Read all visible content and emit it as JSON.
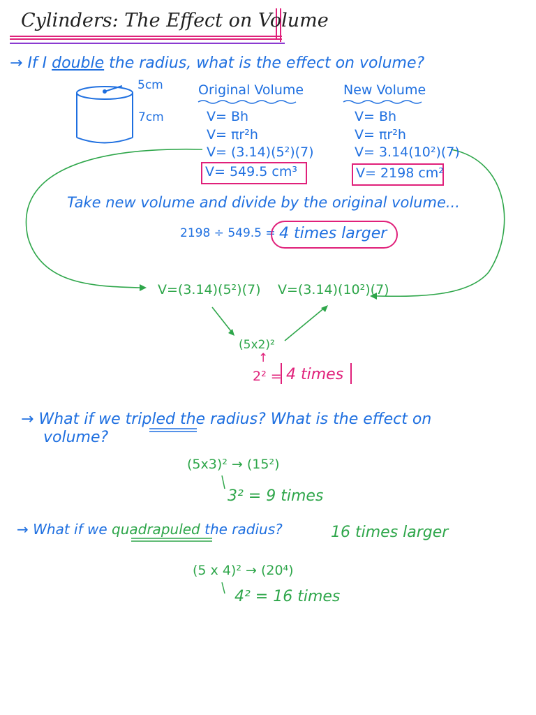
{
  "title": "Cylinders: The Effect on Volume",
  "q1": {
    "arrow": "→",
    "pre": "If I ",
    "emph": "double",
    "post": " the radius, what is the effect on volume?"
  },
  "cylinder": {
    "radius_label": "5cm",
    "height_label": "7cm"
  },
  "original": {
    "heading": "Original Volume",
    "line1": "V= Bh",
    "line2": "V= πr²h",
    "line3": "V= (3.14)(5²)(7)",
    "result": "V= 549.5 cm³"
  },
  "new": {
    "heading": "New Volume",
    "line1": "V= Bh",
    "line2": "V= πr²h",
    "line3": "V= 3.14(10²)(7)",
    "result": "V= 2198 cm²"
  },
  "instruction": "Take new volume and divide by the original volume...",
  "division": {
    "expr": "2198 ÷ 549.5 =",
    "result": "4 times larger"
  },
  "compare": {
    "left": "V=(3.14)(5²)(7)",
    "right": "V=(3.14)(10²)(7)",
    "factor": "(5x2)²",
    "up_arrow": "↑",
    "square": "2² =",
    "result": "4 times"
  },
  "q2": {
    "arrow": "→",
    "pre": "What if we ",
    "emph": "tripled",
    "post": " the radius? What is the effect on",
    "line2": "volume?",
    "calc": "(5x3)² → (15²)",
    "answer": "3² = 9 times"
  },
  "q3": {
    "arrow": "→",
    "pre": "What if we ",
    "emph": "quadrapuled",
    "post": " the radius?",
    "result": "16 times larger",
    "calc": "(5 x 4)² → (20⁴)",
    "answer": "4² = 16 times"
  },
  "colors": {
    "blue": "#1e6fe0",
    "green": "#2ea64a",
    "pink": "#e0207a"
  }
}
